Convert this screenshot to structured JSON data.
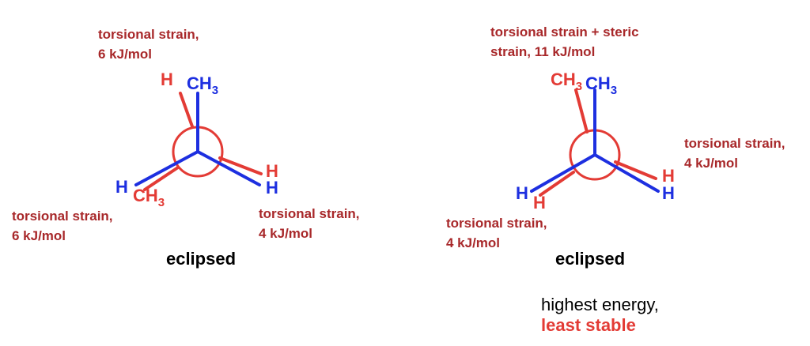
{
  "left": {
    "top_strain": [
      "torsional strain,",
      "6 kJ/mol"
    ],
    "bottom_left_strain": [
      "torsional strain,",
      "6 kJ/mol"
    ],
    "bottom_right_strain": [
      "torsional strain,",
      "4 kJ/mol"
    ],
    "front": {
      "top": "CH",
      "top_sub": "3",
      "left": "H",
      "right": "H"
    },
    "back": {
      "top": "H",
      "left": "CH",
      "left_sub": "3",
      "right": "H"
    },
    "caption": "eclipsed"
  },
  "right": {
    "top_strain": [
      "torsional strain + steric",
      "strain, 11 kJ/mol"
    ],
    "right_strain": [
      "torsional strain,",
      "4 kJ/mol"
    ],
    "bottom_strain": [
      "torsional strain,",
      "4 kJ/mol"
    ],
    "front": {
      "top": "CH",
      "top_sub": "3",
      "left": "H",
      "right": "H"
    },
    "back": {
      "top": "CH",
      "top_sub": "3",
      "left": "H",
      "right": "H"
    },
    "caption": "eclipsed",
    "energy_note": "highest energy,",
    "stability_note": "least stable"
  },
  "colors": {
    "front_bonds": "#1d2fe0",
    "back_bonds": "#e33b35",
    "strain_text": "#a8282a"
  }
}
